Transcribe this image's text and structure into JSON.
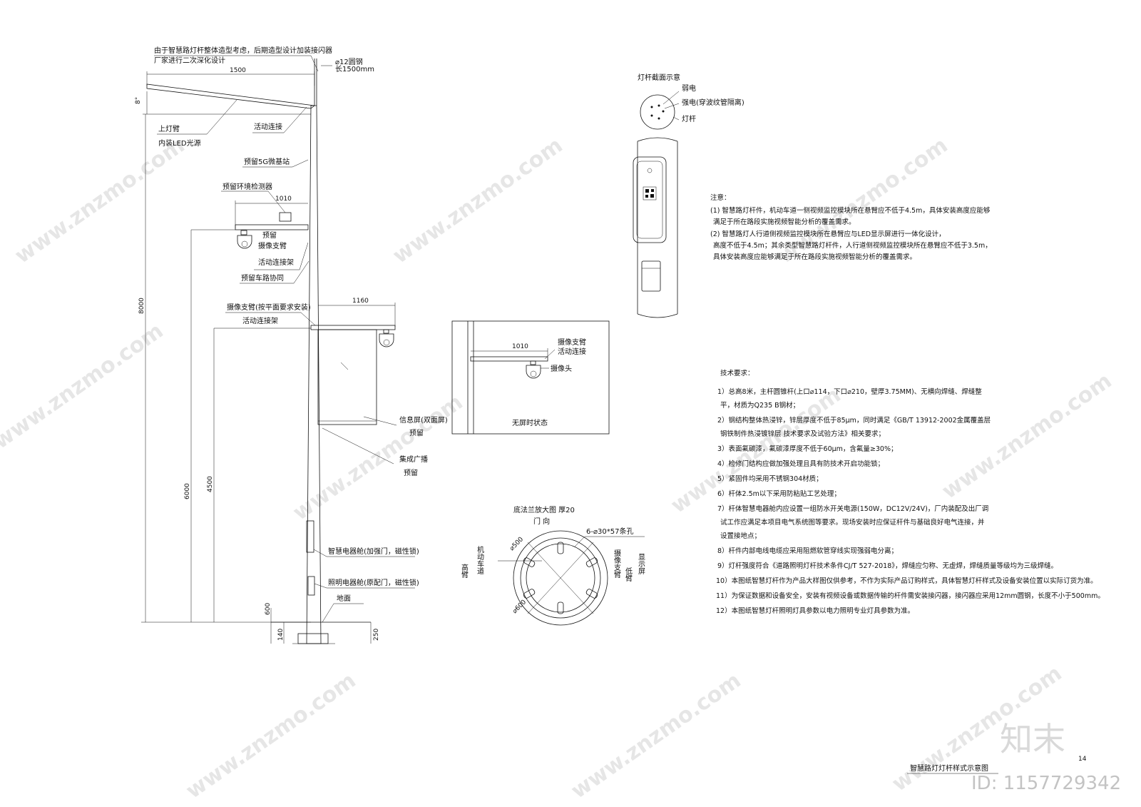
{
  "watermarks": {
    "site": "www.znzmo.com",
    "brand_mark": "知末",
    "id_label": "ID: 1157729342"
  },
  "pole_elevation": {
    "top_note_line1": "由于智慧路灯杆整体造型考虑，后期造型设计加装接闪器",
    "top_note_line2": "厂家进行二次深化设计",
    "lightning_rod": "⌀12圆钢",
    "lightning_rod_len": "长1500mm",
    "dim_1500": "1500",
    "dim_8deg": "8°",
    "upper_arm": "上灯臂",
    "led_source": "内装LED光源",
    "movable_joint": "活动连接",
    "reserved_5g": "预留5G微基站",
    "reserved_env": "预留环境检测器",
    "dim_1010": "1010",
    "reserved_cam_arm_1": "预留",
    "reserved_cam_arm_2": "摄像支臂",
    "movable_bracket": "活动连接架",
    "reserved_road_coop": "预留车路协同",
    "cam_arm_note": "摄像支臂(按平面要求安装)",
    "movable_bracket_2": "活动连接架",
    "dim_1160": "1160",
    "info_screen": "信息屏(双面屏)",
    "reserved_1": "预留",
    "broadcast": "集成广播",
    "reserved_2": "预留",
    "smart_cabinet": "智慧电器舱(加强门，磁性锁)",
    "light_cabinet": "照明电器舱(原配门，磁性锁)",
    "ground": "地面",
    "dim_8000": "8000",
    "dim_6000": "6000",
    "dim_4500": "4500",
    "dim_600": "600",
    "dim_140": "140",
    "dim_250": "250"
  },
  "no_screen_detail": {
    "dim_1010": "1010",
    "cam_arm": "摄像支臂",
    "movable_joint": "活动连接",
    "camera": "摄像头",
    "caption": "无屏时状态"
  },
  "section_detail": {
    "title": "灯杆截面示意",
    "weak": "弱电",
    "strong": "强电(穿波纹管隔离)",
    "pole": "灯杆"
  },
  "flange_detail": {
    "title": "底法兰放大图 厚20",
    "door_dir": "门 向",
    "holes": "6-⌀30*57条孔",
    "dia_500": "⌀500",
    "dia_600": "⌀600",
    "left_col_1": "高臂",
    "left_col_2": "机动车道",
    "right_col_1": "摄像支臂",
    "right_col_2": "低臂",
    "right_col_3": "显示屏"
  },
  "notes": {
    "heading": "注意：",
    "lines": [
      "(1) 智慧路灯杆件，机动车道一侧视频监控模块所在悬臂应不低于4.5m，具体安装高度应能够",
      "满足于所在路段实施视频智能分析的覆盖需求。",
      "(2) 智慧路灯人行道侧视频监控模块所在悬臂应与LED显示屏进行一体化设计，",
      "高度不低于4.5m；其余类型智慧路灯杆件，人行道侧视频监控模块所在悬臂应不低于3.5m，",
      "具体安装高度应能够满足于所在路段实施视频智能分析的覆盖需求。"
    ]
  },
  "tech_requirements": {
    "heading": "技术要求：",
    "lines": [
      "1）总高8米，主杆圆锥杆(上口⌀114，下口⌀210，壁厚3.75MM)、无横向焊缝、焊缝整",
      "平，材质为Q235 B钢材；",
      "2）钢结构整体热浸锌，锌层厚度不低于85μm，同时满足《GB/T 13912-2002金属覆盖层",
      "钢铁制件热浸镀锌层 技术要求及试验方法》相关要求；",
      "3）表面氟碳漆，氟碳漆厚度不低于60μm，含氟量≥30%；",
      "4）检修门结构应做加强处理且具有防技术开启功能锁；",
      "5）紧固件均采用不锈钢304材质；",
      "6）杆体2.5m以下采用防粘贴工艺处理；",
      "7）杆体智慧电器舱内应设置一组防水开关电源(150W，DC12V/24V)，厂内装配及出厂调",
      "试工作应满足本项目电气系统图等要求。现场安装时应保证杆件与基础良好电气连接，并",
      "设置接地点；",
      "8）杆件内部电线电缆应采用阻燃软管穿线实现强弱电分离；",
      "9）灯杆强度符合《道路照明灯杆技术条件CJ/T 527-2018》，焊缝应匀称、无虚焊，焊缝质量等级均为三级焊缝。",
      "10）本图纸智慧灯杆作为产品大样图仅供参考，不作为实际产品订购样式，具体智慧灯杆样式及设备安装位置以实际订货为准。",
      "11）为保证数据和设备安全，安装有视频设备或数据传输的杆件需安装接闪器，接闪器应采用12mm圆钢，长度不小于500mm。",
      "12）本图纸智慧灯杆照明灯具参数以电力照明专业灯具参数为准。"
    ]
  },
  "footer": {
    "title": "智慧路灯灯杆样式示意图",
    "page": "14"
  }
}
